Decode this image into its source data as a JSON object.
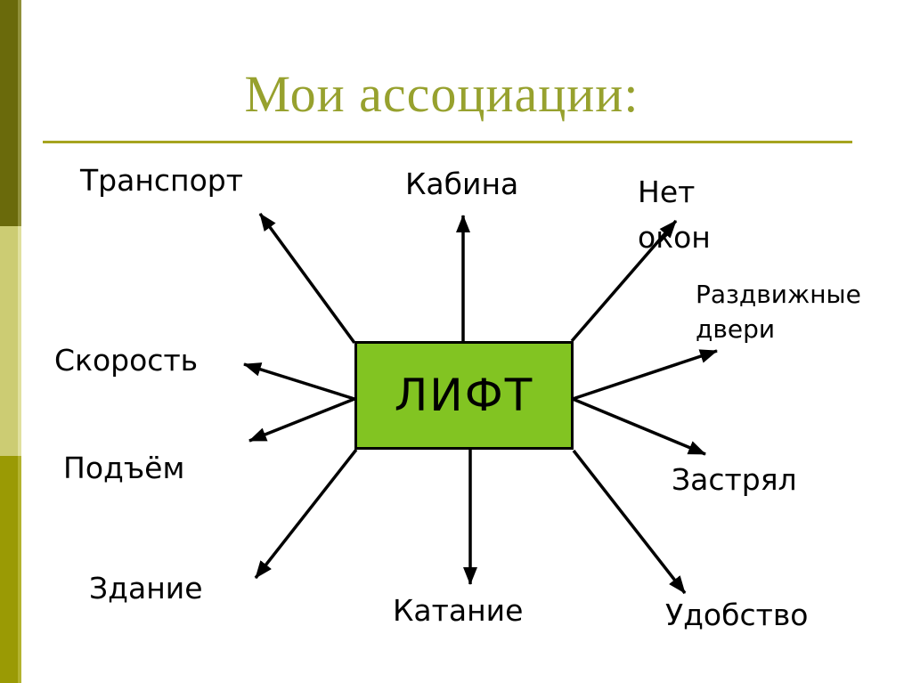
{
  "title": {
    "text": "Мои ассоциации:"
  },
  "diagram": {
    "center": {
      "label": "ЛИФТ",
      "fill": "#82c422"
    },
    "labels": {
      "transport": "Транспорт",
      "kabina": "Кабина",
      "net_okon": "Нет\nокон",
      "razdvizhnye_dveri": "Раздвижные\nдвери",
      "skorost": "Скорость",
      "podyom": "Подъём",
      "zastryal": "Застрял",
      "zdanie": "Здание",
      "katanie": "Катание",
      "udobstvo": "Удобство"
    }
  },
  "colors": {
    "title_accent": "#97a12e",
    "divider": "#a6a41f",
    "box_fill": "#82c422",
    "box_border": "#000000",
    "arrow": "#000000",
    "sidebar_dark": "#6a6a0b",
    "sidebar_light": "#cccc73",
    "sidebar_olive": "#9a9a04"
  }
}
